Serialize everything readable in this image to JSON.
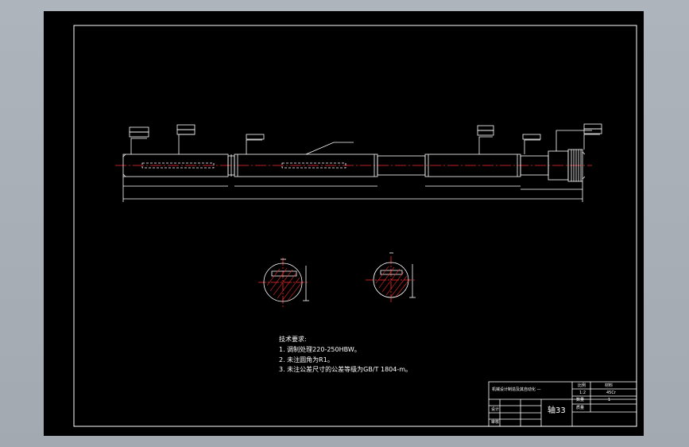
{
  "colors": {
    "viewport": "#a7adb5",
    "sheet": "#000000",
    "lines": "#ffffff",
    "centerline": "#ff2a2a",
    "hatch": "#ff2a2a",
    "dimensions": "#ffffff"
  },
  "notes": {
    "title": "技术要求:",
    "items": [
      "1. 调制处理220-250HBW。",
      "2. 未注圆角为R1。",
      "3. 未注公差尺寸的公差等级为GB/T 1804-m。"
    ]
  },
  "title_block": {
    "project": "机械设计制造及其自动化 —",
    "scale_label": "比例",
    "scale": "1:2",
    "material_label": "材料",
    "material": "45Cr",
    "quantity_label": "数量",
    "quantity": "1",
    "weight_label": "质量",
    "design_label": "设计",
    "check_label": "审核",
    "drawing_name": "轴33"
  }
}
